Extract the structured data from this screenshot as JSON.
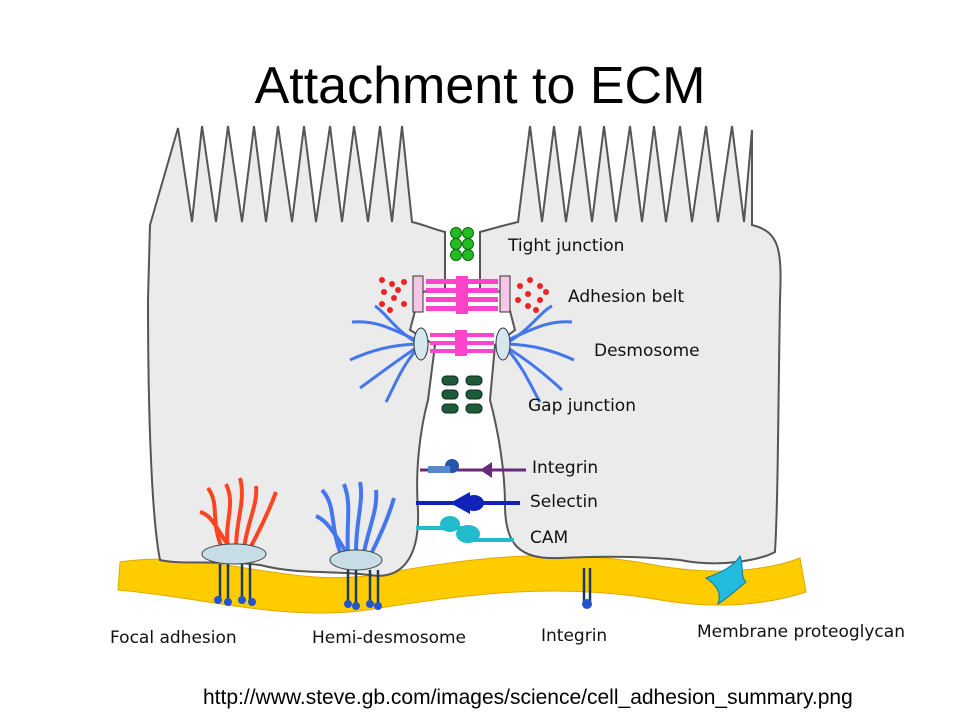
{
  "slide": {
    "title": "Attachment to ECM",
    "source_url": "http://www.steve.gb.com/images/science/cell_adhesion_summary.png"
  },
  "junction_labels": {
    "tight_junction": "Tight junction",
    "adhesion_belt": "Adhesion belt",
    "desmosome": "Desmosome",
    "gap_junction": "Gap junction",
    "integrin": "Integrin",
    "selectin": "Selectin",
    "cam": "CAM"
  },
  "bottom_labels": {
    "focal_adhesion": "Focal adhesion",
    "hemi_desmosome": "Hemi-desmosome",
    "integrin": "Integrin",
    "membrane_proteoglycan": "Membrane proteoglycan"
  },
  "colors": {
    "cell_fill": "#ebebeb",
    "cell_outline": "#555555",
    "ecm": "#ffcc00",
    "tight_junction": "#22bb22",
    "adhesion_belt": "#ff44cc",
    "belt_dots": "#ee2222",
    "desmosome_filaments": "#4477ee",
    "gap_junction": "#1f5a3a",
    "integrin": "#6a2a7a",
    "selectin": "#1122bb",
    "cam": "#22bbcc",
    "focal_filaments": "#ff4422"
  }
}
